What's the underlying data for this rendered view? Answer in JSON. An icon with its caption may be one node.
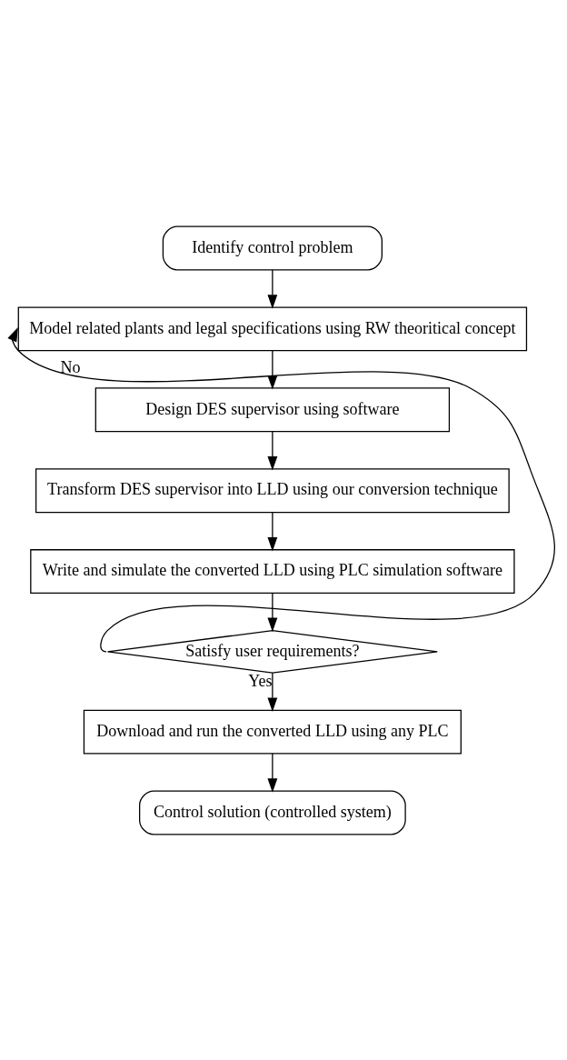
{
  "diagram": {
    "nodes": [
      {
        "text": [
          "Identify control problem"
        ]
      },
      {
        "text": [
          "Model related plants and legal specifications using RW theoritical concept"
        ]
      },
      {
        "text": [
          "Design DES supervisor using software"
        ]
      },
      {
        "text": [
          "Transform DES supervisor into LLD using our conversion technique"
        ]
      },
      {
        "text": [
          "Write and simulate the converted LLD using PLC simulation software"
        ]
      },
      {
        "text": [
          "Satisfy user requirements?"
        ]
      },
      {
        "text": [
          "Download and run the converted LLD using any PLC"
        ]
      },
      {
        "text": [
          "Control solution (controlled system)"
        ]
      }
    ],
    "edges": [
      {
        "from": 0,
        "to": 1,
        "arrow": "to"
      },
      {
        "from": 1,
        "to": 2,
        "arrow": "to"
      },
      {
        "from": 2,
        "to": 3,
        "arrow": "to"
      },
      {
        "from": 3,
        "to": 4,
        "arrow": "to"
      },
      {
        "from": 4,
        "to": 5,
        "arrow": "to"
      },
      {
        "from": 5,
        "to": 1,
        "arrow": "to",
        "label": "No"
      },
      {
        "from": 5,
        "to": 6,
        "arrow": "to",
        "label": "Yes"
      },
      {
        "from": 6,
        "to": 7,
        "arrow": "to"
      }
    ]
  }
}
